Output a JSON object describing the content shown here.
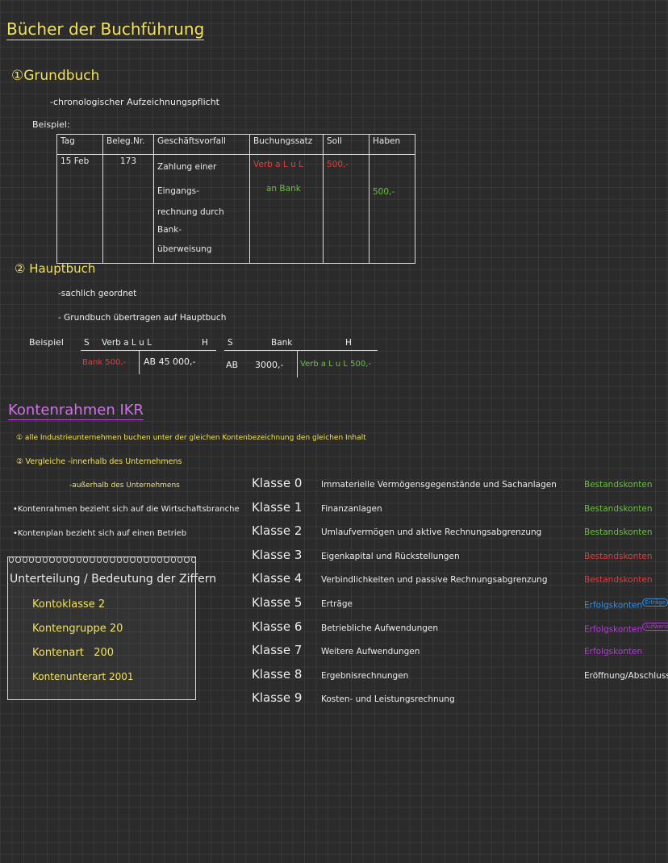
{
  "title": "Bücher der Buchführung",
  "grundbuch": {
    "heading": "①Grundbuch",
    "bullet": "-chronologischer Aufzeichnungspflicht",
    "beispiel": "Beispiel:",
    "headers": [
      "Tag",
      "Beleg.Nr.",
      "Geschäftsvorfall",
      "Buchungssatz",
      "Soll",
      "Haben"
    ],
    "row": {
      "tag": "15 Feb",
      "beleg": "173",
      "vorfall": [
        "Zahlung einer Eingangs-",
        "rechnung durch Bank-",
        "überweisung"
      ],
      "buchung_1": "Verb a L u L",
      "buchung_2": "an Bank",
      "soll": "500,-",
      "haben": "500,-"
    }
  },
  "hauptbuch": {
    "heading": "② Hauptbuch",
    "bullet_1": "-sachlich geordnet",
    "bullet_2": "- Grundbuch übertragen auf Hauptbuch",
    "beispiel": "Beispiel",
    "konto1": {
      "s": "S",
      "name": "Verb a L u L",
      "h": "H",
      "left_entry": "Bank 500,-",
      "right_entry": "AB 45 000,-"
    },
    "konto2": {
      "s": "S",
      "name": "Bank",
      "h": "H",
      "left_label": "AB",
      "left_value": "3000,-",
      "right_entry": "Verb a L u L 500,-"
    }
  },
  "kontenrahmen": {
    "heading": "Kontenrahmen IKR",
    "point_1": "① alle Industrieunternehmen buchen unter der gleichen Kontenbezeichnung den gleichen Inhalt",
    "point_2": "② Vergleiche -innerhalb des Unternehmens",
    "point_2b": "-außerhalb des Unternehmens",
    "note_1": "•Kontenrahmen bezieht sich auf die Wirtschaftsbranche",
    "note_2": "•Kontenplan bezieht sich auf einen Betrieb",
    "box_title": "Unterteilung / Bedeutung der Ziffern",
    "box_items": [
      "Kontoklasse 2",
      "Kontengruppe 20",
      "Kontenart   200",
      "Kontenunterart 2001"
    ],
    "klassen": [
      {
        "klasse": "Klasse 0",
        "desc": "Immaterielle Vermögensgegenstände und Sachanlagen",
        "type": "Bestandskonten",
        "color": "#66c23a",
        "sup": ""
      },
      {
        "klasse": "Klasse 1",
        "desc": "Finanzanlagen",
        "type": "Bestandskonten",
        "color": "#66c23a",
        "sup": ""
      },
      {
        "klasse": "Klasse 2",
        "desc": "Umlaufvermögen und aktive Rechnungsabgrenzung",
        "type": "Bestandskonten",
        "color": "#66c23a",
        "sup": ""
      },
      {
        "klasse": "Klasse 3",
        "desc": "Eigenkapital und Rückstellungen",
        "type": "Bestandskonten",
        "color": "#e23b3b",
        "sup": ""
      },
      {
        "klasse": "Klasse 4",
        "desc": "Verbindlichkeiten und passive Rechnungsabgrenzung",
        "type": "Bestandskonten",
        "color": "#e23b3b",
        "sup": ""
      },
      {
        "klasse": "Klasse 5",
        "desc": "Erträge",
        "type": "Erfolgskonten",
        "color": "#3a8fe0",
        "sup": "Erträge"
      },
      {
        "klasse": "Klasse 6",
        "desc": "Betriebliche Aufwendungen",
        "type": "Erfolgskonten",
        "color": "#b33ad8",
        "sup": "Aufwendungen"
      },
      {
        "klasse": "Klasse 7",
        "desc": "Weitere Aufwendungen",
        "type": "Erfolgskonten",
        "color": "#b33ad8",
        "sup": ""
      },
      {
        "klasse": "Klasse 8",
        "desc": "Ergebnisrechnungen",
        "type": "Eröffnung/Abschluss",
        "color": "#ececec",
        "sup": ""
      },
      {
        "klasse": "Klasse 9",
        "desc": "Kosten- und Leistungsrechnung",
        "type": "",
        "color": "#ececec",
        "sup": ""
      }
    ]
  }
}
